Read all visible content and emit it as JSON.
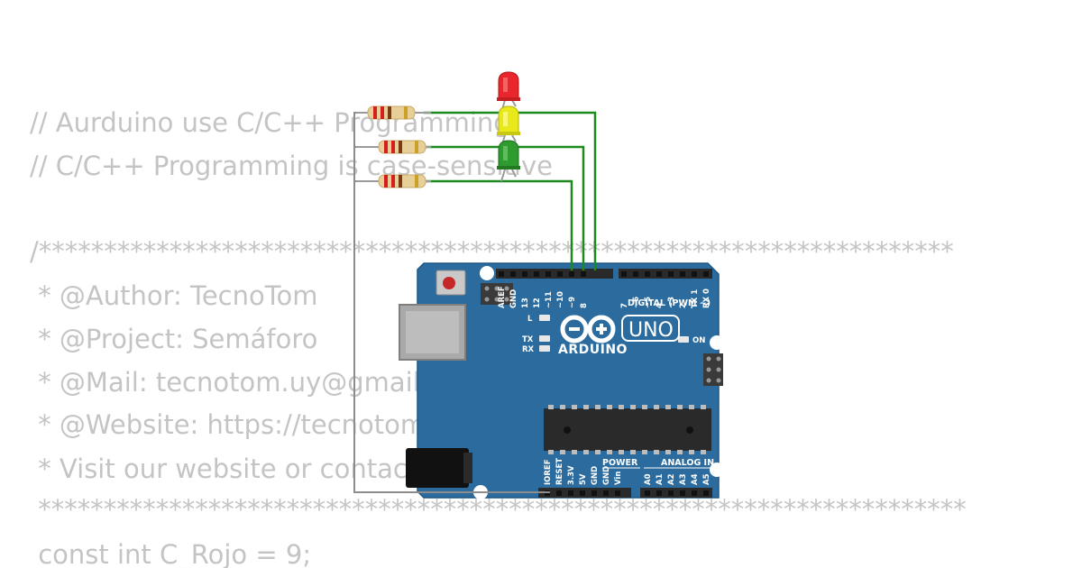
{
  "code_lines": [
    "// Aurduino use C/C++ Programming",
    "// C/C++ Programming is case-sensitive",
    "",
    "/**********************************************************************",
    " * @Author: TecnoTom                                  *",
    " * @Project: Semáforo                                 *",
    " * @Mail: tecnotom.uy@gmail.com                           *",
    " * @Website: https://tecnotom.uy                          *",
    " * Visit our website or contact us                        *",
    " ***********************************************************************",
    " const int C_Rojo = 9;"
  ],
  "board": {
    "brand": "ARDUINO",
    "model": "UNO",
    "on_label": "ON",
    "l_label": "L",
    "tx_label": "TX",
    "rx_label": "RX",
    "digital_label": "DIGITAL (PWM ~)",
    "power_label": "POWER",
    "analog_label": "ANALOG IN",
    "digital_pins": [
      "AREF",
      "GND",
      "13",
      "12",
      "~11",
      "~10",
      "~9",
      "8",
      "7",
      "~6",
      "~5",
      "4",
      "~3",
      "2",
      "TX 1",
      "RX 0"
    ],
    "power_pins": [
      "IOREF",
      "RESET",
      "3.3V",
      "5V",
      "GND",
      "GND",
      "Vin"
    ],
    "analog_pins": [
      "A0",
      "A1",
      "A2",
      "A3",
      "A4",
      "A5"
    ]
  },
  "colors": {
    "board": "#2b6b9e",
    "wire_green": "#1c8a1c",
    "wire_gray": "#8c8c8c",
    "led_red": "#e8262b",
    "led_yellow": "#e8e81a",
    "led_green": "#2e9b2e",
    "code_text": "#c4c4c4"
  }
}
